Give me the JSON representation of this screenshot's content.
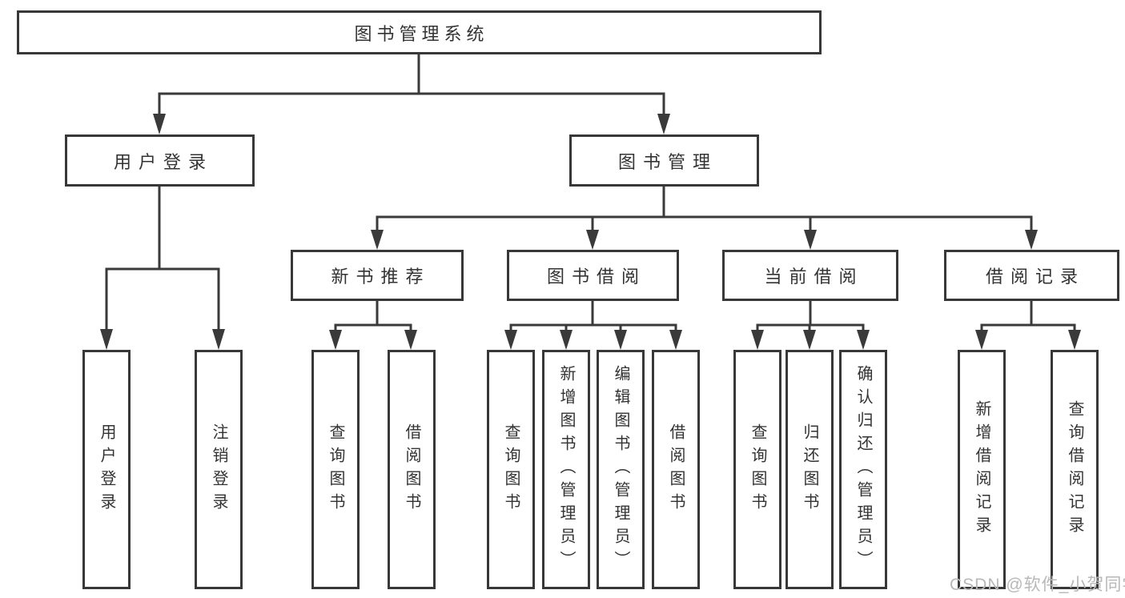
{
  "tree": {
    "label": "图书管理系统",
    "children": [
      {
        "label": "用户登录",
        "children": [
          {
            "label": "用户登录"
          },
          {
            "label": "注销登录"
          }
        ]
      },
      {
        "label": "图书管理",
        "children": [
          {
            "label": "新书推荐",
            "children": [
              {
                "label": "查询图书"
              },
              {
                "label": "借阅图书"
              }
            ]
          },
          {
            "label": "图书借阅",
            "children": [
              {
                "label": "查询图书"
              },
              {
                "label": "新增图书（管理员）"
              },
              {
                "label": "编辑图书（管理员）"
              },
              {
                "label": "借阅图书"
              }
            ]
          },
          {
            "label": "当前借阅",
            "children": [
              {
                "label": "查询图书"
              },
              {
                "label": "归还图书"
              },
              {
                "label": "确认归还（管理员）"
              }
            ]
          },
          {
            "label": "借阅记录",
            "children": [
              {
                "label": "新增借阅记录"
              },
              {
                "label": "查询借阅记录"
              }
            ]
          }
        ]
      }
    ]
  },
  "watermark": {
    "text": "CSDN @软件_小贺同学"
  },
  "colors": {
    "line": "#3a3a3a",
    "box_border": "#383838",
    "box_background": "#ffffff",
    "text": "#333333",
    "watermark": "#b8b8b8",
    "background": "#ffffff"
  }
}
